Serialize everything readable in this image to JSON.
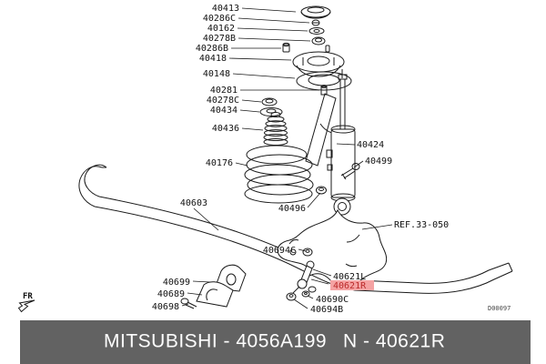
{
  "diagram": {
    "type": "suspension-parts-exploded-diagram",
    "highlighted_part": "40621R",
    "ref_label": "REF.33-050",
    "direction_label": "FR",
    "drawing_code": "D00097",
    "part_labels": [
      "40413",
      "40286C",
      "40162",
      "40278B",
      "40286B",
      "40418",
      "40148",
      "40281",
      "40278C",
      "40434",
      "40436",
      "40176",
      "40603",
      "40424",
      "40499",
      "40496",
      "40694C",
      "40621L",
      "40621R",
      "40699",
      "40689",
      "40690C",
      "40698",
      "40694B"
    ],
    "colors": {
      "line": "#1a1a1a",
      "highlight_text": "#bb2b2b",
      "highlight_bg": "#f5a3a3"
    }
  },
  "footer": {
    "left_text": "MITSUBISHI - 4056A199",
    "right_text": "N - 40621R",
    "bg_color": "#626262",
    "text_color": "#fdfdfd"
  }
}
